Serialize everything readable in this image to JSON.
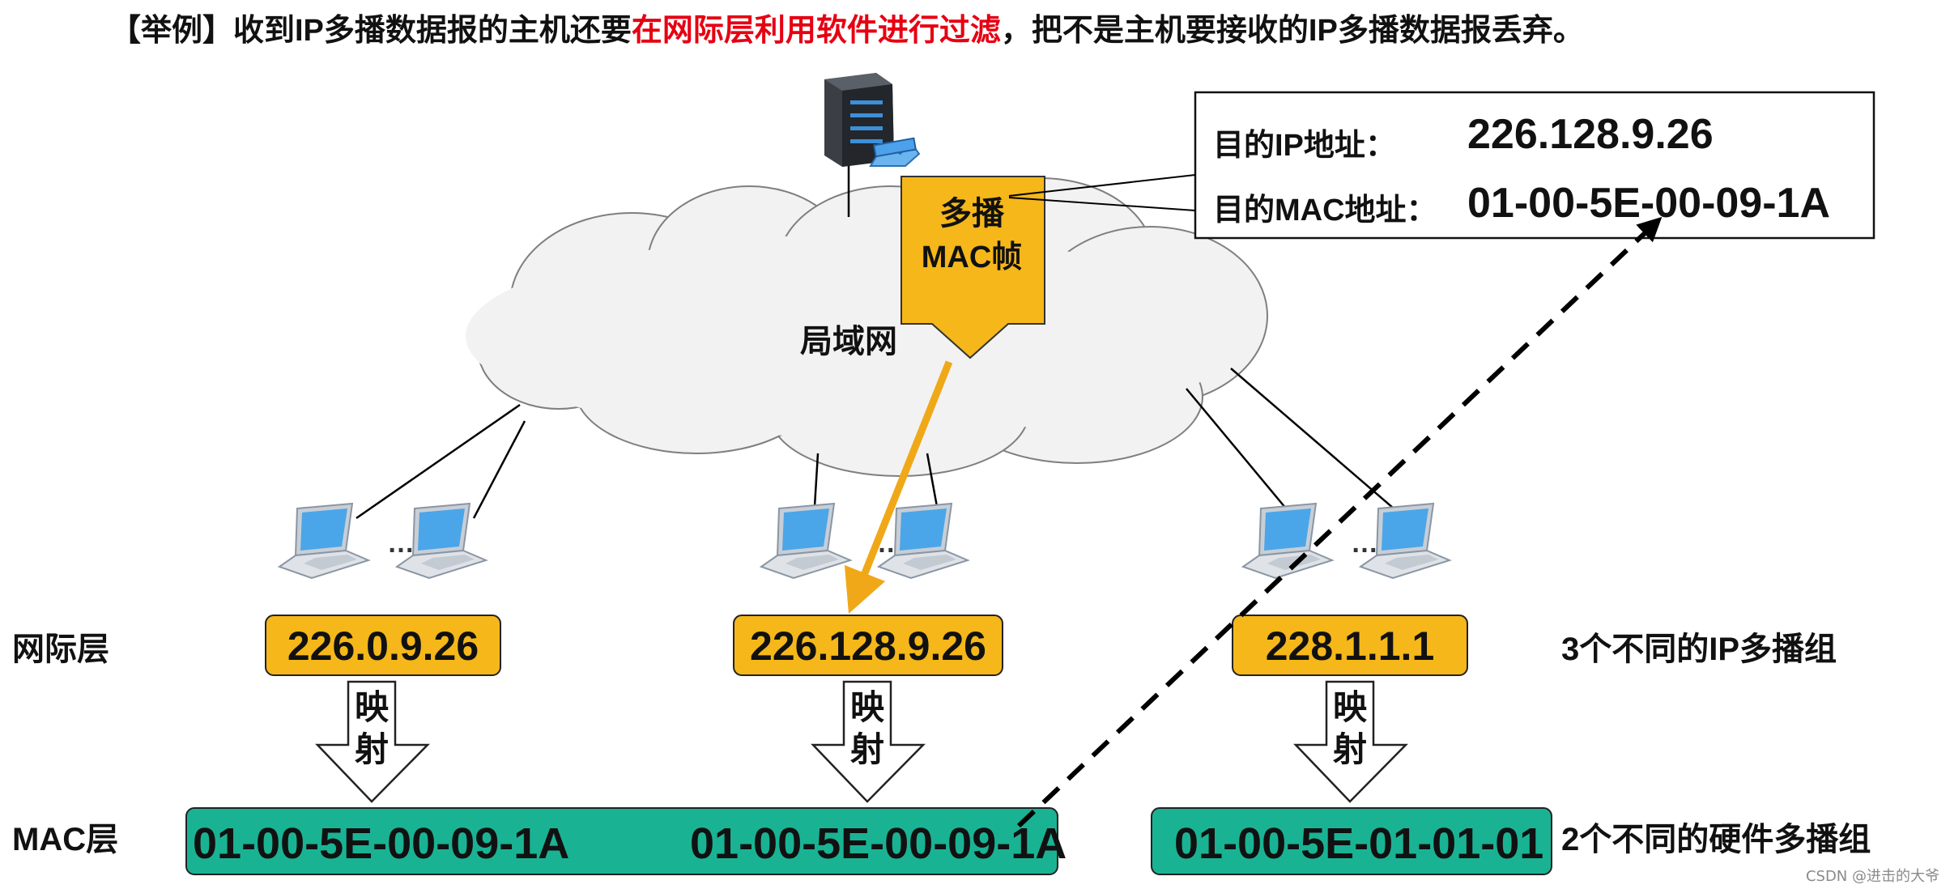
{
  "title": {
    "prefix": "【举例】收到IP多播数据报的主机还要",
    "highlight": "在网际层利用软件进行过滤",
    "suffix": "，把不是主机要接收的IP多播数据报丢弃。"
  },
  "frame": {
    "line1": "多播",
    "line2": "MAC帧"
  },
  "lan_label": "局域网",
  "info_box": {
    "ip_label": "目的IP地址：",
    "ip_value": "226.128.9.26",
    "mac_label": "目的MAC地址：",
    "mac_value": "01-00-5E-00-09-1A"
  },
  "row_labels": {
    "network_layer": "网际层",
    "mac_layer": "MAC层"
  },
  "ellipsis": "…",
  "ip_groups": [
    {
      "address": "226.0.9.26"
    },
    {
      "address": "226.128.9.26"
    },
    {
      "address": "228.1.1.1"
    }
  ],
  "mapping": {
    "char1": "映",
    "char2": "射"
  },
  "mac_groups": [
    {
      "address": "01-00-5E-00-09-1A"
    },
    {
      "address": "01-00-5E-00-09-1A"
    },
    {
      "address": "01-00-5E-01-01-01"
    }
  ],
  "notes": {
    "ip_groups": "3个不同的IP多播组",
    "hw_groups": "2个不同的硬件多播组"
  },
  "watermark": "CSDN @进击的大爷",
  "colors": {
    "accent_red": "#e60012",
    "ip_box": "#f5b719",
    "mac_box": "#19b394",
    "frame_box": "#f5b719",
    "arrow_orange": "#f0a818",
    "laptop_screen": "#4aa6e8"
  },
  "icons": [
    "server-icon",
    "laptop-icon",
    "cloud-icon",
    "down-arrow-icon"
  ]
}
